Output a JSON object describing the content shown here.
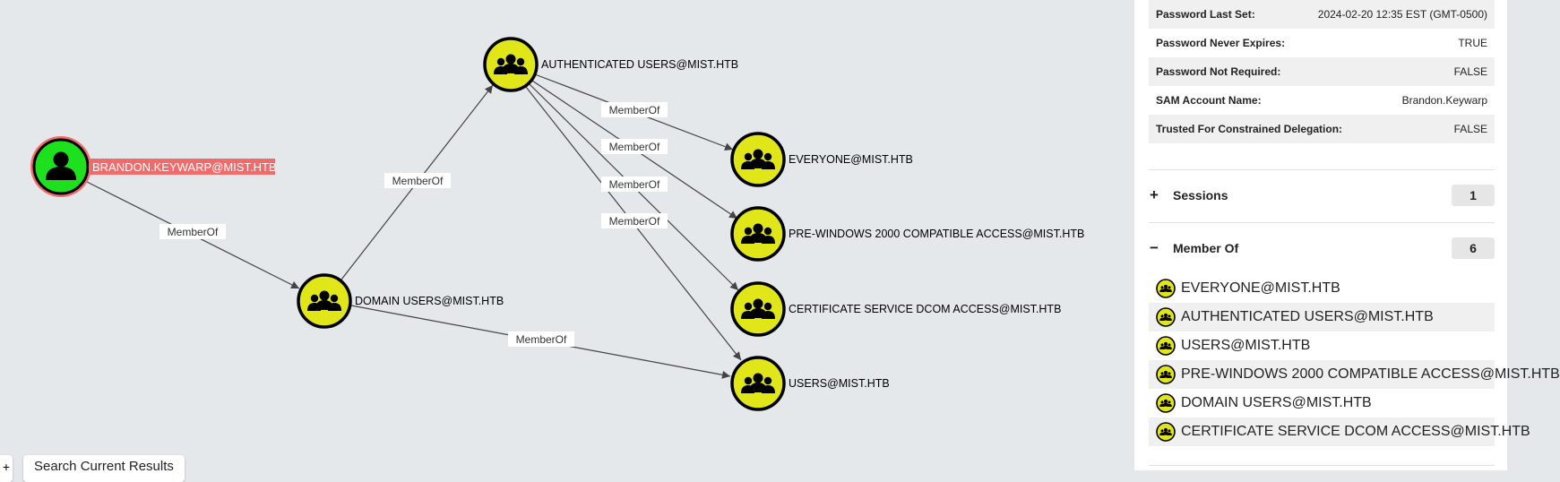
{
  "graph": {
    "edge_label": "MemberOf",
    "nodes": {
      "brandon": "BRANDON.KEYWARP@MIST.HTB",
      "domain_users": "DOMAIN USERS@MIST.HTB",
      "authenticated_users": "AUTHENTICATED USERS@MIST.HTB",
      "everyone": "EVERYONE@MIST.HTB",
      "pre_windows": "PRE-WINDOWS 2000 COMPATIBLE ACCESS@MIST.HTB",
      "cert_service": "CERTIFICATE SERVICE DCOM ACCESS@MIST.HTB",
      "users": "USERS@MIST.HTB"
    },
    "colors": {
      "user_node": "#1ee11e",
      "group_node": "#e1e619",
      "highlight": "#f26b6b"
    }
  },
  "toolbar": {
    "plus_label": "+",
    "search_label": "Search Current Results"
  },
  "panel": {
    "properties": [
      {
        "key": "Password Last Set:",
        "value": "2024-02-20 12:35 EST (GMT-0500)"
      },
      {
        "key": "Password Never Expires:",
        "value": "TRUE"
      },
      {
        "key": "Password Not Required:",
        "value": "FALSE"
      },
      {
        "key": "SAM Account Name:",
        "value": "Brandon.Keywarp"
      },
      {
        "key": "Trusted For Constrained Delegation:",
        "value": "FALSE"
      }
    ],
    "sessions": {
      "toggle": "+",
      "label": "Sessions",
      "count": "1"
    },
    "member_of": {
      "toggle": "−",
      "label": "Member Of",
      "count": "6",
      "items": [
        "EVERYONE@MIST.HTB",
        "AUTHENTICATED USERS@MIST.HTB",
        "USERS@MIST.HTB",
        "PRE-WINDOWS 2000 COMPATIBLE ACCESS@MIST.HTB",
        "DOMAIN USERS@MIST.HTB",
        "CERTIFICATE SERVICE DCOM ACCESS@MIST.HTB"
      ]
    }
  }
}
